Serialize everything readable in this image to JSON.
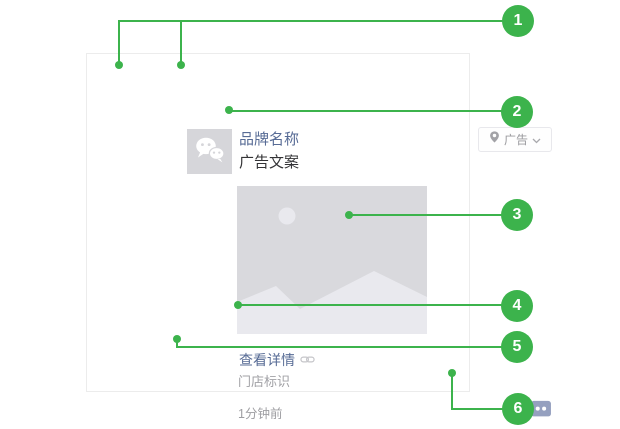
{
  "card": {
    "brand_name": "品牌名称",
    "ad_copy": "广告文案",
    "ad_badge": {
      "label": "广告"
    },
    "detail_link": "查看详情",
    "store_label": "门店标识",
    "timestamp": "1分钟前"
  },
  "annotations": {
    "markers": [
      "1",
      "2",
      "3",
      "4",
      "5",
      "6"
    ]
  },
  "icons": {
    "avatar": "wechat-logo",
    "badge_left": "location-pin",
    "badge_right": "chevron-down",
    "after_link": "link-chain",
    "creative": "image-placeholder",
    "footer_right": "comment-bubble"
  },
  "colors": {
    "annotation_green": "#3cb34c",
    "brand_blue": "#576b95",
    "ad_copy_text": "#333336",
    "muted_gray": "#9e9ea2",
    "placeholder_gray": "#d9d9dd",
    "comment_icon_blue": "#95a0bf"
  }
}
